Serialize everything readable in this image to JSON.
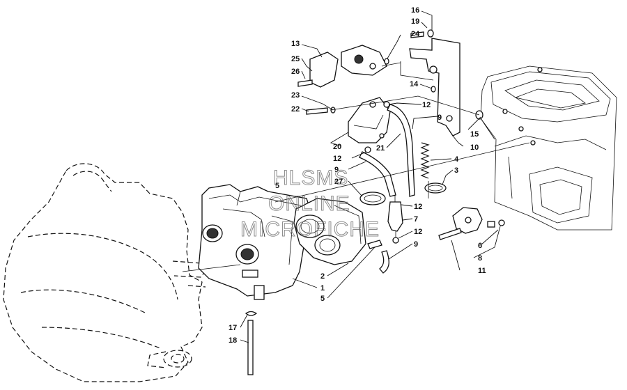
{
  "watermark": {
    "line1": "HLSMS",
    "line2": "ONLINE",
    "line3": "MICROFICHE"
  },
  "callouts": {
    "c16": "16",
    "c19": "19",
    "c24": "24",
    "c13": "13",
    "c25": "25",
    "c26": "26",
    "c23": "23",
    "c22": "22",
    "c14": "14",
    "c12a": "12",
    "c9a": "9",
    "c15": "15",
    "c10": "10",
    "c20": "20",
    "c12b": "12",
    "c21": "21",
    "c4": "4",
    "c3": "3",
    "c9b": "9",
    "c27": "27",
    "c5a": "5",
    "c12c": "12",
    "c7": "7",
    "c12d": "12",
    "c9c": "9",
    "c6": "6",
    "c8": "8",
    "c11": "11",
    "c2": "2",
    "c1": "1",
    "c5b": "5",
    "c17": "17",
    "c18": "18"
  }
}
